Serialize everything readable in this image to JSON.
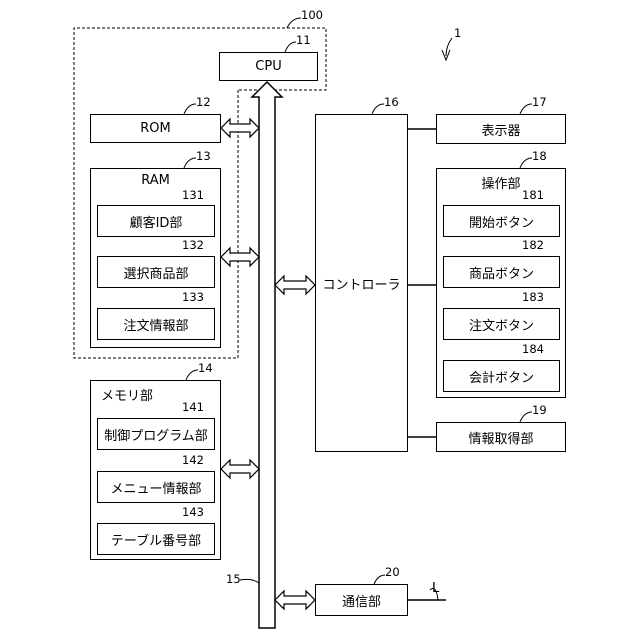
{
  "diagram": {
    "system_ref": "1",
    "group_ref": "100",
    "bus_ref": "15",
    "cpu": {
      "label": "CPU",
      "ref": "11"
    },
    "rom": {
      "label": "ROM",
      "ref": "12"
    },
    "ram": {
      "label": "RAM",
      "ref": "13",
      "items": [
        {
          "label": "顧客ID部",
          "ref": "131"
        },
        {
          "label": "選択商品部",
          "ref": "132"
        },
        {
          "label": "注文情報部",
          "ref": "133"
        }
      ]
    },
    "memory": {
      "label": "メモリ部",
      "ref": "14",
      "items": [
        {
          "label": "制御プログラム部",
          "ref": "141"
        },
        {
          "label": "メニュー情報部",
          "ref": "142"
        },
        {
          "label": "テーブル番号部",
          "ref": "143"
        }
      ]
    },
    "controller": {
      "label": "コントローラ",
      "ref": "16"
    },
    "display": {
      "label": "表示器",
      "ref": "17"
    },
    "operation": {
      "label": "操作部",
      "ref": "18",
      "items": [
        {
          "label": "開始ボタン",
          "ref": "181"
        },
        {
          "label": "商品ボタン",
          "ref": "182"
        },
        {
          "label": "注文ボタン",
          "ref": "183"
        },
        {
          "label": "会計ボタン",
          "ref": "184"
        }
      ]
    },
    "info_acquire": {
      "label": "情報取得部",
      "ref": "19"
    },
    "comm": {
      "label": "通信部",
      "ref": "20",
      "line_label": "L"
    }
  }
}
